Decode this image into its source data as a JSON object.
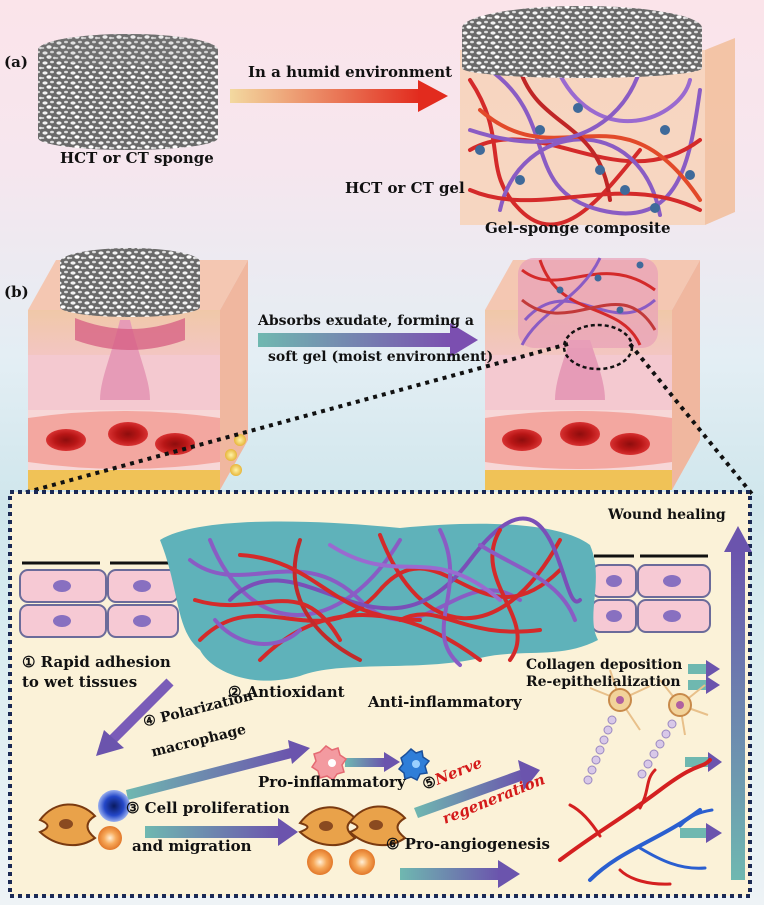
{
  "panel_a": {
    "label": "(a)",
    "sponge_label": "HCT or CT sponge",
    "arrow_label": "In a humid environment",
    "gel_label": "HCT or CT gel",
    "composite_label": "Gel-sponge composite"
  },
  "panel_b": {
    "label": "(b)",
    "arrow_line1": "Absorbs exudate, forming a",
    "arrow_line2": "soft gel  (moist environment)"
  },
  "detail": {
    "wound_healing": "Wound  healing",
    "rapid_adhesion_1": "① Rapid adhesion",
    "rapid_adhesion_2": "to wet tissues",
    "antioxidant": "② Antioxidant",
    "anti_inflammatory": "Anti-inflammatory",
    "polarization_1": "④ Polarization",
    "polarization_2": "macrophage",
    "pro_inflammatory": "Pro-inflammatory",
    "nerve_num": "⑤",
    "nerve_1": "Nerve",
    "nerve_2": "regeneration",
    "cell_prolif_1": "③ Cell proliferation",
    "cell_prolif_2": "and migration",
    "angiogenesis": "⑥ Pro-angiogenesis",
    "collagen": "Collagen deposition",
    "reepithelial": "Re-epithelialization"
  },
  "colors": {
    "fiber_red": "#d42a2a",
    "fiber_purple": "#8a5cc4",
    "gel_teal": "#5fb2ba",
    "nerve_label": "#d41a1a",
    "panel_border": "#1b2a55"
  }
}
